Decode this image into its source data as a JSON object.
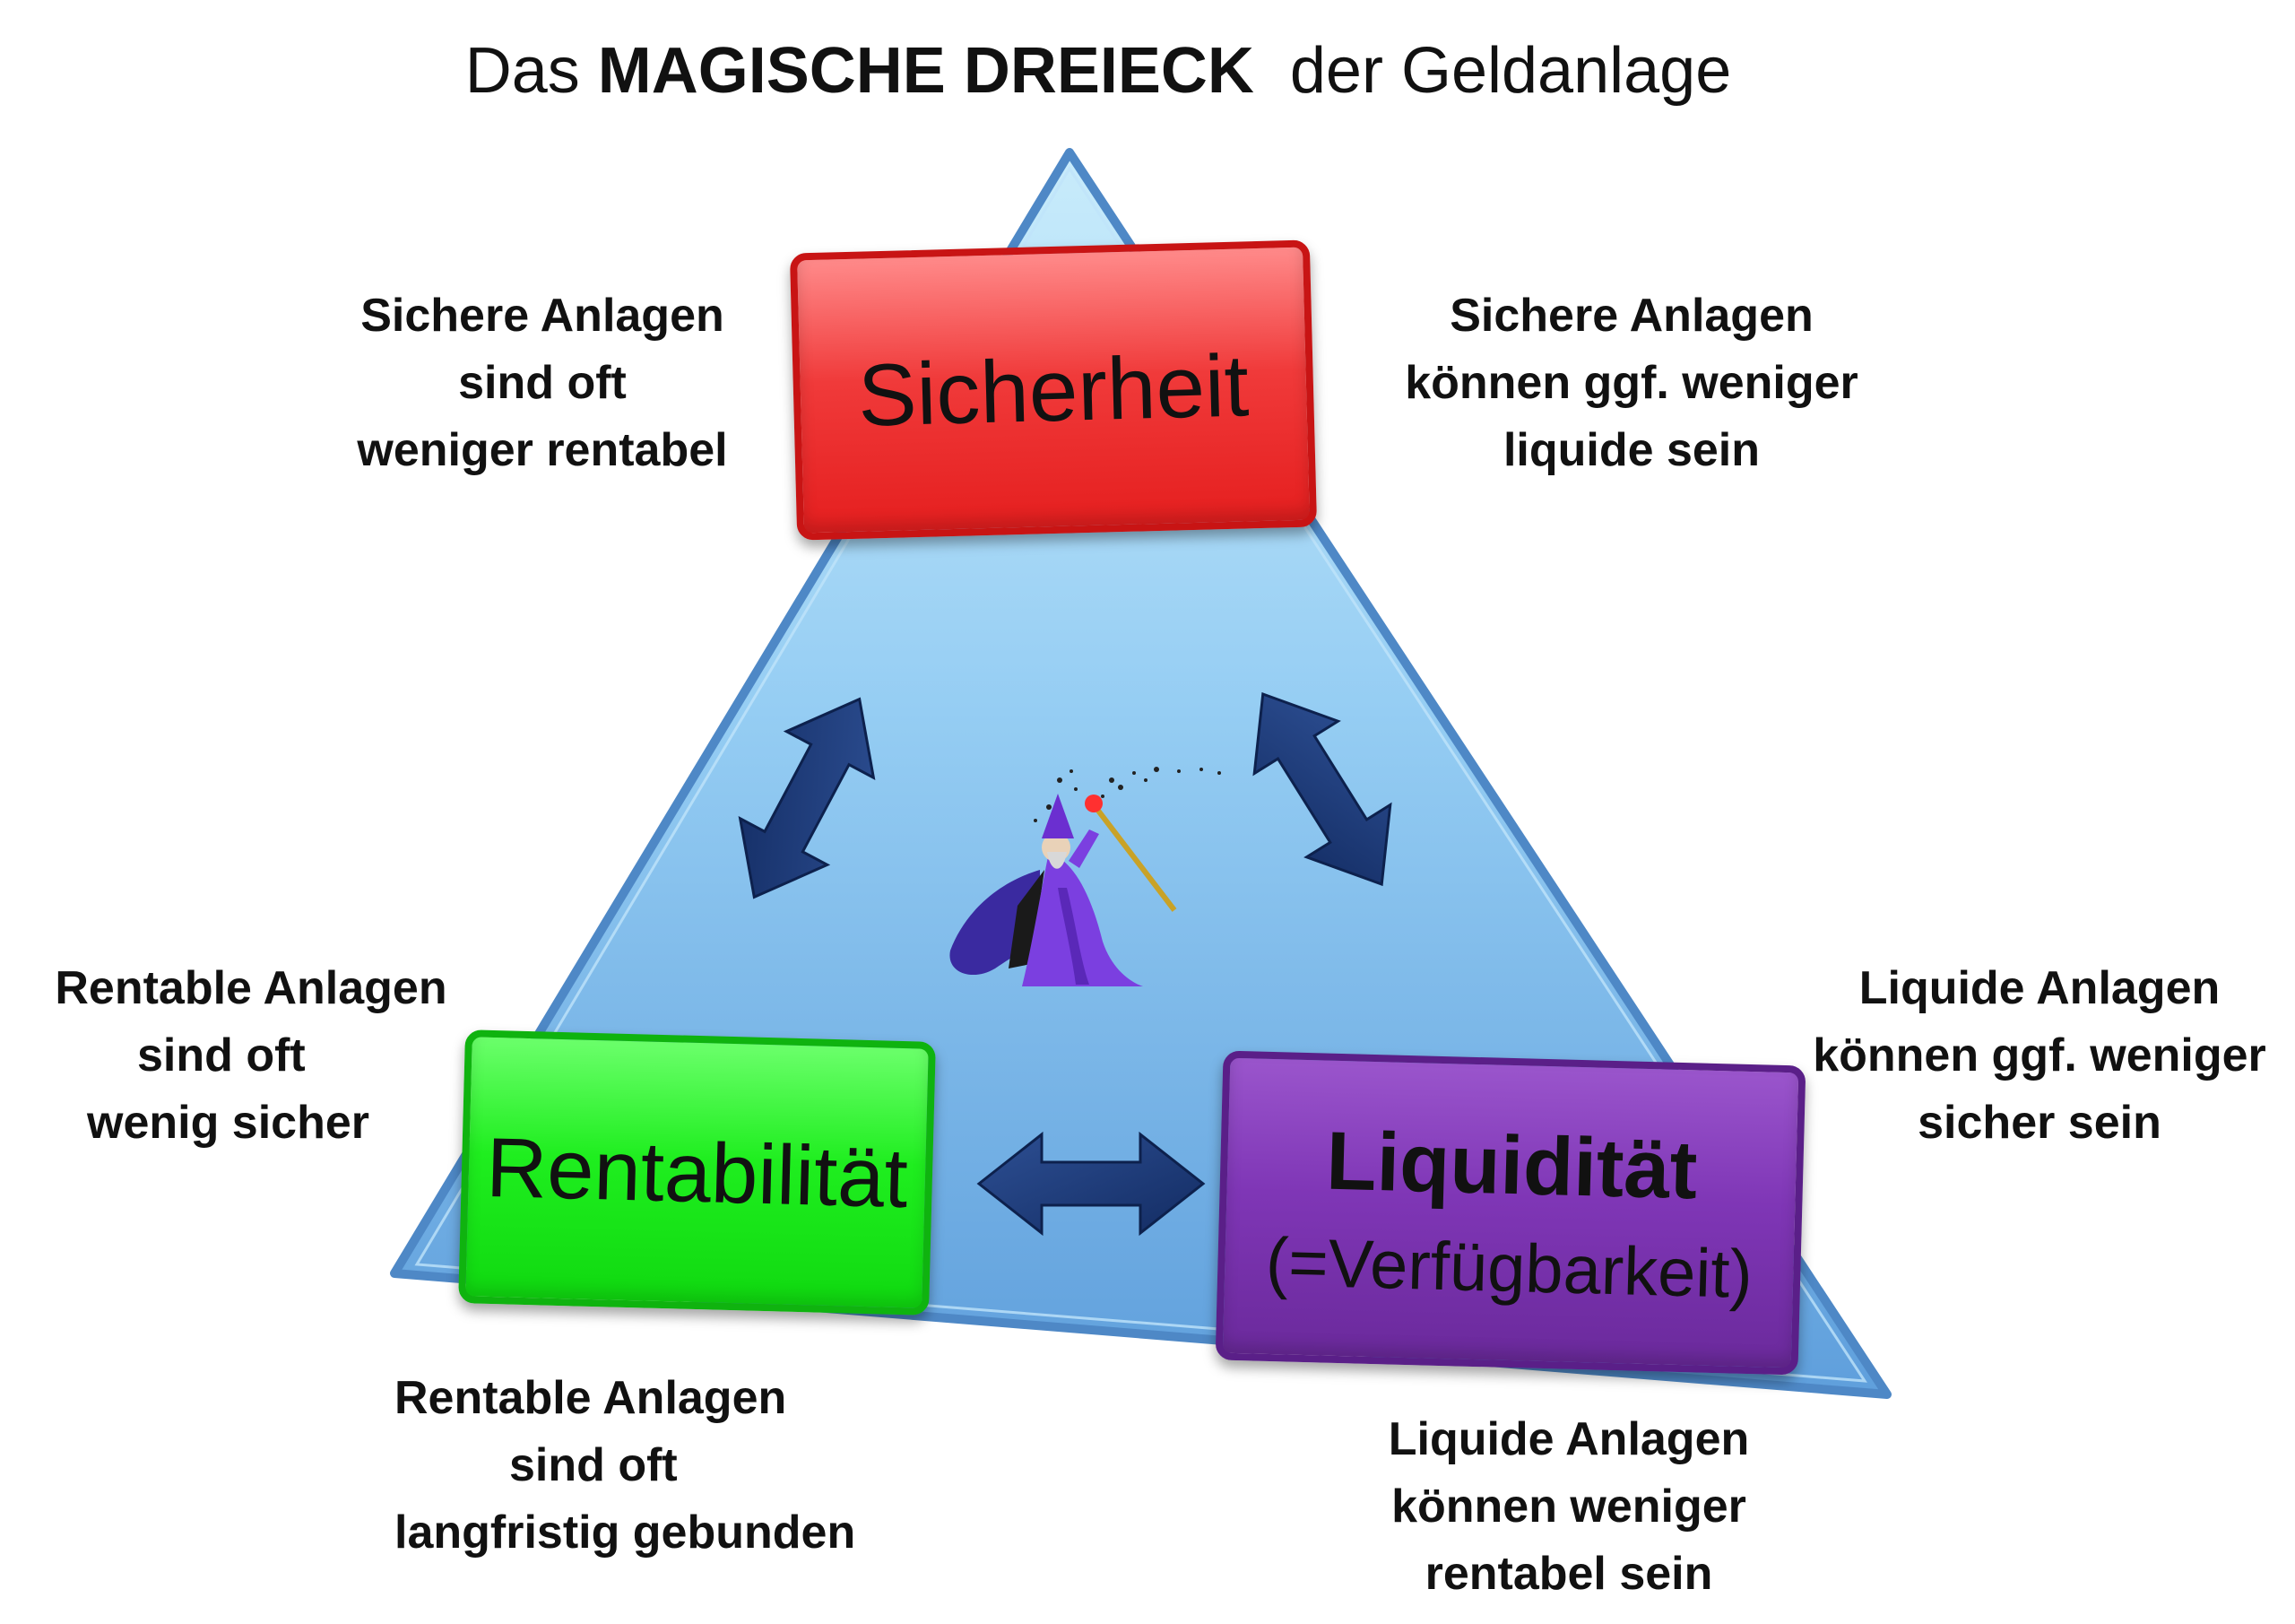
{
  "title": {
    "prefix": "Das",
    "bold": "MAGISCHE DREIECK",
    "suffix": "der Geldanlage"
  },
  "boxes": {
    "sicherheit": "Sicherheit",
    "rentabilitaet": "Rentabilität",
    "liquiditaet": "Liquidität",
    "liquiditaet_sub": "(=Verfügbarkeit)"
  },
  "notes": {
    "top_left": [
      "Sichere Anlagen",
      "sind oft",
      "weniger rentabel"
    ],
    "top_right": [
      "Sichere Anlagen",
      "können ggf. weniger",
      "liquide sein"
    ],
    "mid_left": [
      "Rentable Anlagen",
      "sind oft",
      "wenig sicher"
    ],
    "mid_right": [
      "Liquide Anlagen",
      "können ggf. weniger",
      "sicher sein"
    ],
    "bottom_left": [
      "Rentable Anlagen",
      "sind oft",
      "langfristig gebunden"
    ],
    "bottom_right": [
      "Liquide Anlagen",
      "können weniger",
      "rentabel sein"
    ]
  },
  "icons": {
    "arrows": "double-arrow-icon",
    "wizard": "wizard-icon"
  },
  "colors": {
    "sicherheit": "#e82a2a",
    "rentabilitaet": "#1fee1f",
    "liquiditaet": "#7f36b6",
    "triangle": "#7fbfef",
    "arrows": "#1a3a78"
  }
}
